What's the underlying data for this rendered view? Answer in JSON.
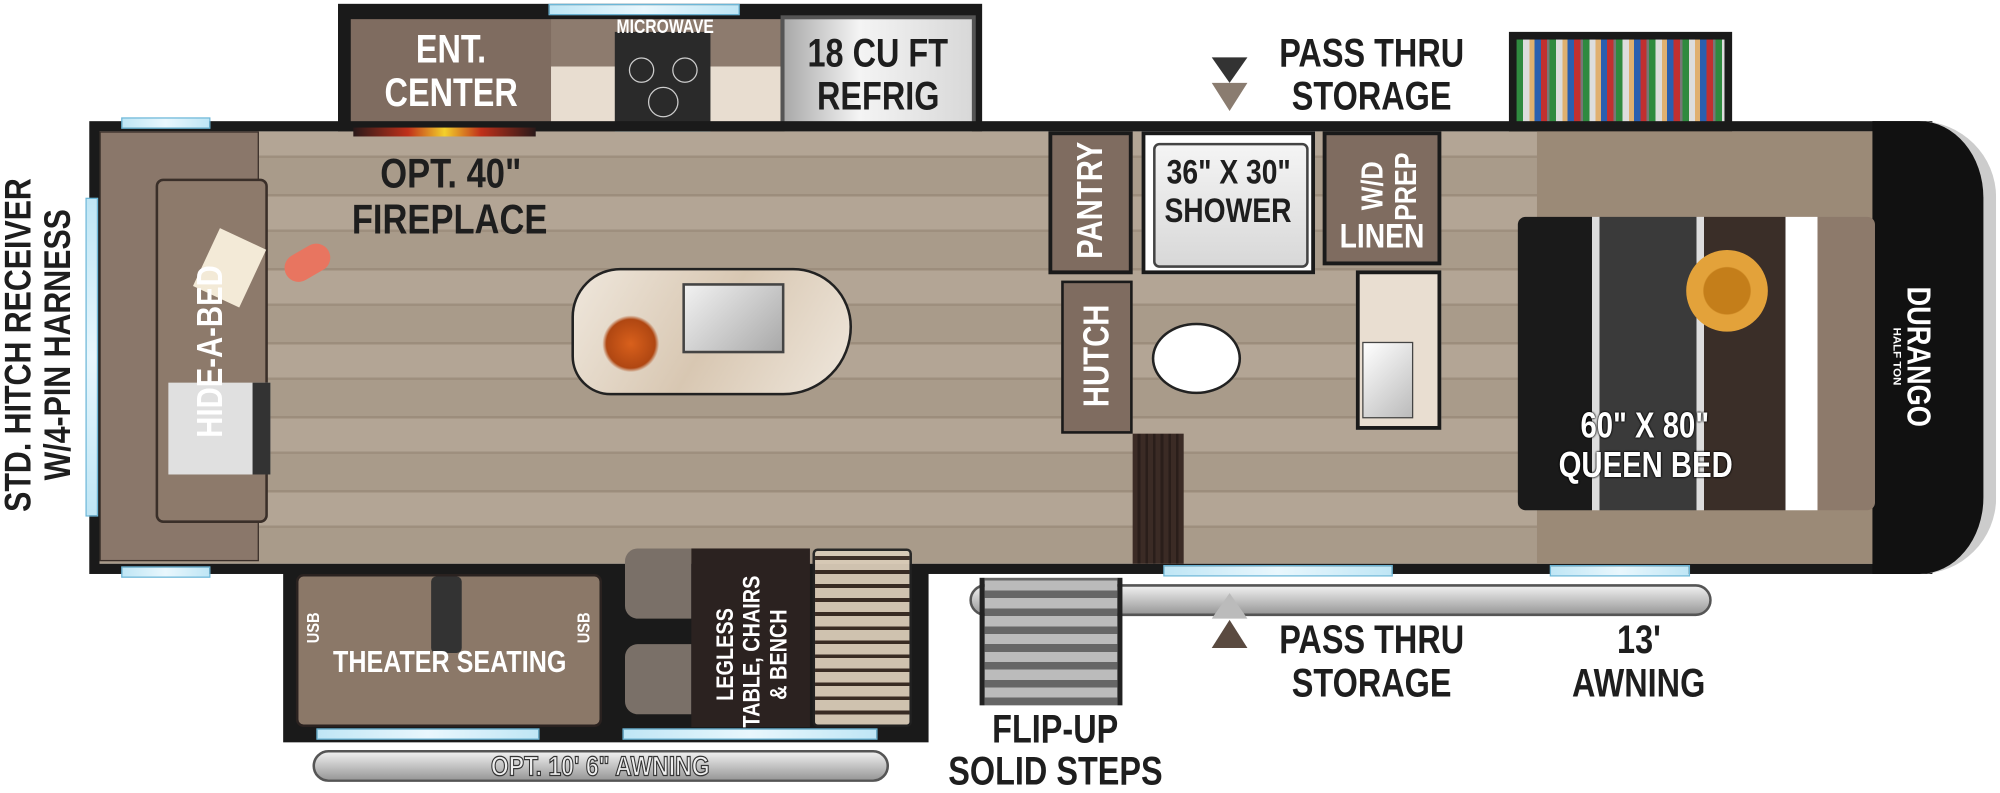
{
  "labels": {
    "hitch_line1": "STD. HITCH RECEIVER",
    "hitch_line2": "W/4-PIN HARNESS",
    "ent_center_line1": "ENT.",
    "ent_center_line2": "CENTER",
    "microwave": "MICROWAVE",
    "refrig_line1": "18 CU FT",
    "refrig_line2": "REFRIG",
    "fireplace_line1": "OPT. 40\"",
    "fireplace_line2": "FIREPLACE",
    "hide_a_bed": "HIDE-A-BED",
    "pantry": "PANTRY",
    "hutch": "HUTCH",
    "shower_line1": "36\" X 30\"",
    "shower_line2": "SHOWER",
    "wd_prep_line1": "W/D",
    "wd_prep_line2": "PREP",
    "linen": "LINEN",
    "pass_thru_top_line1": "PASS THRU",
    "pass_thru_top_line2": "STORAGE",
    "bed_line1": "60\" X 80\"",
    "bed_line2": "QUEEN BED",
    "brand": "DURANGO",
    "brand_sub": "HALF TON",
    "usb_left": "USB",
    "usb_right": "USB",
    "theater_seating": "THEATER SEATING",
    "table_line1": "LEGLESS",
    "table_line2": "TABLE, CHAIRS",
    "table_line3": "& BENCH",
    "opt_awning": "OPT. 10' 6\" AWNING",
    "steps_line1": "FLIP-UP",
    "steps_line2": "SOLID STEPS",
    "pass_thru_bottom_line1": "PASS THRU",
    "pass_thru_bottom_line2": "STORAGE",
    "awning_line1": "13'",
    "awning_line2": "AWNING"
  },
  "colors": {
    "wall": "#1a1a1a",
    "floor": "#a99b8a",
    "cabinet": "#7f6c60",
    "window": "#bfe6f5",
    "carpet": "#9b8a77",
    "bed_accent": "#d9962a"
  }
}
